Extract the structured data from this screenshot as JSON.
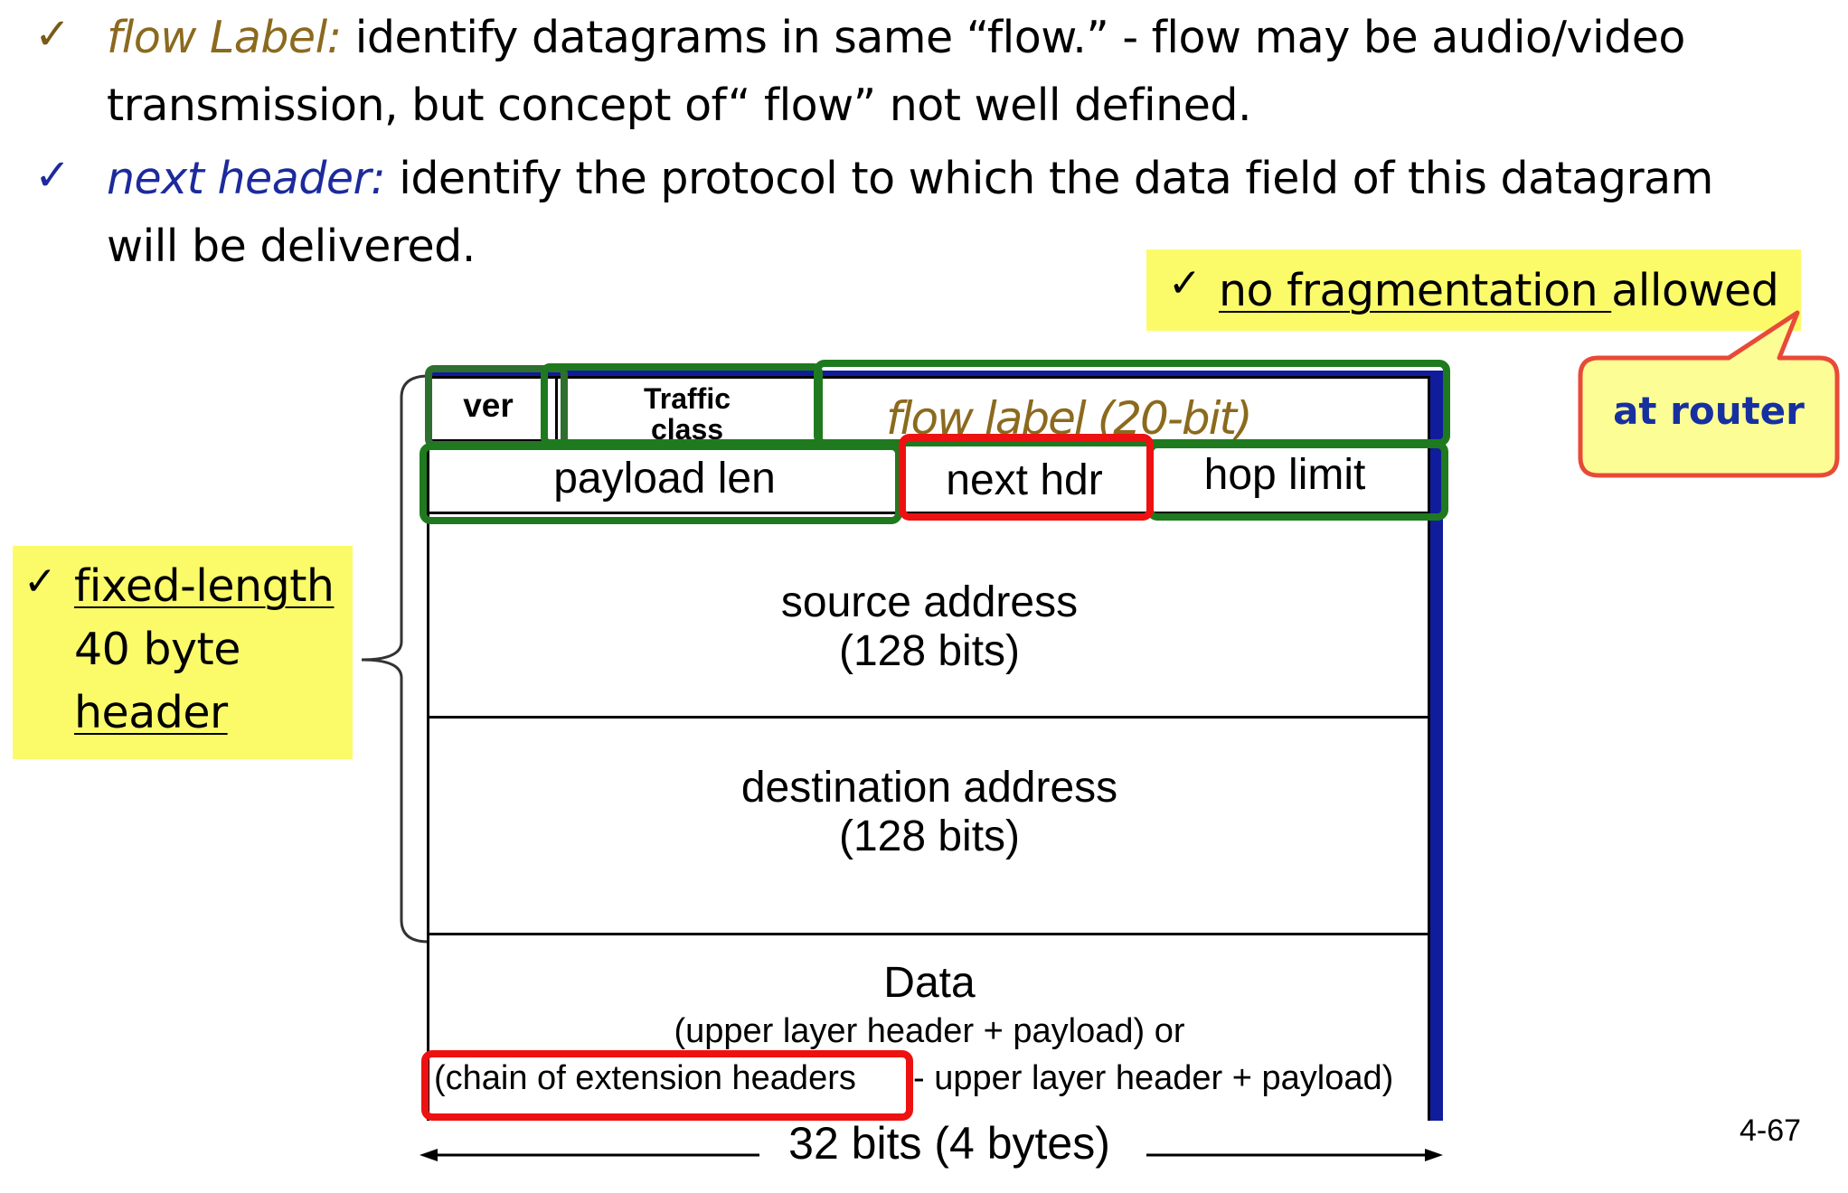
{
  "bullets": [
    {
      "check": "✓",
      "term": "flow Label:",
      "line1": "identify datagrams in same “flow.” - flow may be audio/video",
      "line2": "transmission, but concept of“ flow” not well defined.",
      "term_color": "#8b6a1e",
      "check_color": "#7a5a14"
    },
    {
      "check": "✓",
      "term": "next header:",
      "line1": "identify the protocol to which the data field of this datagram",
      "line2": "will be delivered.",
      "term_color": "#1c2a9c",
      "check_color": "#1c2a9c"
    }
  ],
  "note_fragmentation": {
    "check": "✓",
    "underlined": "no fragmentation ",
    "rest": "allowed"
  },
  "callout": {
    "text": "at router"
  },
  "note_fixed": {
    "check": "✓",
    "line1": "fixed-length",
    "line2": "40 byte",
    "line3": "header"
  },
  "header": {
    "ver": "ver",
    "traffic_line1": "Traffic",
    "traffic_line2": "class",
    "flow_label": "flow label (20-bit)",
    "payload_len": "payload len",
    "next_hdr": "next hdr",
    "hop_limit": "hop limit",
    "src_line1": "source address",
    "src_line2": "(128 bits)",
    "dst_line1": "destination address",
    "dst_line2": "(128 bits)",
    "data_title": "Data",
    "data_line2": "(upper layer header + payload) or",
    "data_chain": "(chain of extension headers",
    "data_rest": "- upper layer header + payload)"
  },
  "width_label": "32 bits (4 bytes)",
  "slide_number": "4-67",
  "colors": {
    "green_box": "#1f7a1f",
    "red_box": "#ee1111",
    "blue_edge": "#101c9c",
    "yellow_note": "#fbfb6a",
    "callout_fill": "#fdfd96",
    "callout_border": "#e84a38",
    "callout_text": "#1730a0"
  }
}
